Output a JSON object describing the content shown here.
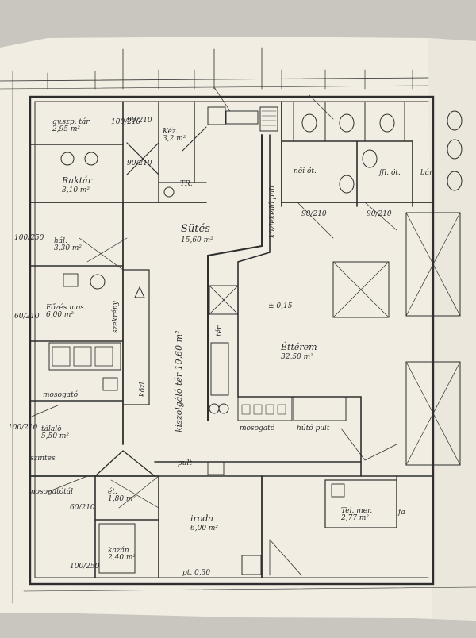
{
  "rooms": {
    "gyujtes": {
      "name": "gy.szp. tár",
      "area": "2,95 m²"
    },
    "raktar": {
      "name": "Raktár",
      "area": "3,10 m²"
    },
    "keze": {
      "name": "Kéz.",
      "area": "3,2 m²"
    },
    "sutes": {
      "name": "Sütés",
      "area": "15,60 m²"
    },
    "noi": {
      "name": "női öt."
    },
    "ffi": {
      "name": "ffi. öt."
    },
    "bar": {
      "name": "bár"
    },
    "hal": {
      "name": "hál.",
      "area": "3,30 m²"
    },
    "fozes": {
      "name": "Főzés mos.",
      "area": "6,00 m²"
    },
    "etterem": {
      "name": "Éttérem",
      "area": "32,50 m²"
    },
    "talalo": {
      "name": "tálaló",
      "area": "5,50 m²"
    },
    "et": {
      "name": "ét.",
      "area": "1,80 m²"
    },
    "iroda": {
      "name": "iroda",
      "area": "6,00 m²"
    },
    "kazan": {
      "name": "kazán",
      "area": "2,40 m²"
    },
    "tel": {
      "name": "Tel. mer.",
      "area": "2,77 m²"
    }
  },
  "annotations": {
    "kiszolgalo": "kiszolgáló tér 19,60 m²",
    "level": "± 0,15",
    "tr": "TR.",
    "padlo": "pt. 0,30",
    "fa": "fa",
    "pult": "pult",
    "mosogato": "mosogató",
    "mosogato2": "mosogató",
    "kozlekedo": "közlekedő pult",
    "szekreny": "szekrény",
    "hutopult": "hűtő pult",
    "kozl": "közl.",
    "mosogatotal": "mosogatótál",
    "szintes": "szintes",
    "ter": "tér"
  },
  "dimensions": [
    "100/250",
    "100/210",
    "60/210",
    "100/210",
    "90/210",
    "90/210",
    "60/210",
    "100/250",
    "90/210",
    "90/210"
  ],
  "colors": {
    "paper": "#f2eee4",
    "ink": "#2e2e2e",
    "background": "#c7c4bf"
  }
}
